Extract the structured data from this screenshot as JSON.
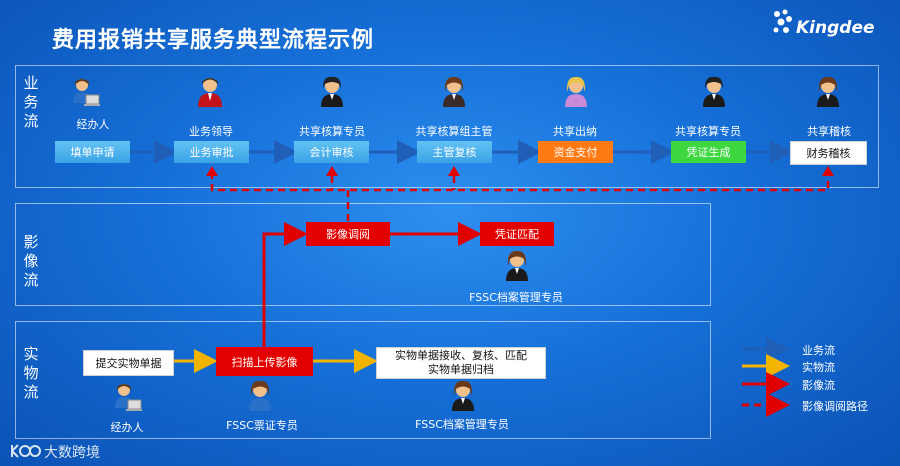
{
  "title": "费用报销共享服务典型流程示例",
  "brand": {
    "name": "Kingdee"
  },
  "lanes": {
    "business": "业务流",
    "image": "影像流",
    "physical": "实物流"
  },
  "business_flow": {
    "steps": [
      {
        "role": "经办人",
        "task": "填单申请"
      },
      {
        "role": "业务领导",
        "task": "业务审批"
      },
      {
        "role": "共享核算专员",
        "task": "会计审核"
      },
      {
        "role": "共享核算组主管",
        "task": "主管复核"
      },
      {
        "role": "共享出纳",
        "task": "资金支付"
      },
      {
        "role": "共享核算专员",
        "task": "凭证生成"
      },
      {
        "role": "共享稽核",
        "task": "财务稽核"
      }
    ]
  },
  "image_flow": {
    "steps": [
      "影像调阅",
      "凭证匹配"
    ],
    "role": "FSSC档案管理专员"
  },
  "physical_flow": {
    "submit": "提交实物单据",
    "submit_role": "经办人",
    "scan": "扫描上传影像",
    "scan_role": "FSSC票证专员",
    "receive_line1": "实物单据接收、复核、匹配",
    "receive_line2": "实物单据归档",
    "receive_role": "FSSC档案管理专员"
  },
  "legend": [
    {
      "label": "业务流",
      "color": "#1f5fb8",
      "style": "solid"
    },
    {
      "label": "实物流",
      "color": "#f2b400",
      "style": "solid"
    },
    {
      "label": "影像流",
      "color": "#e00000",
      "style": "solid"
    },
    {
      "label": "影像调阅路径",
      "color": "#e00000",
      "style": "dashed"
    }
  ],
  "watermark": "大数跨境"
}
